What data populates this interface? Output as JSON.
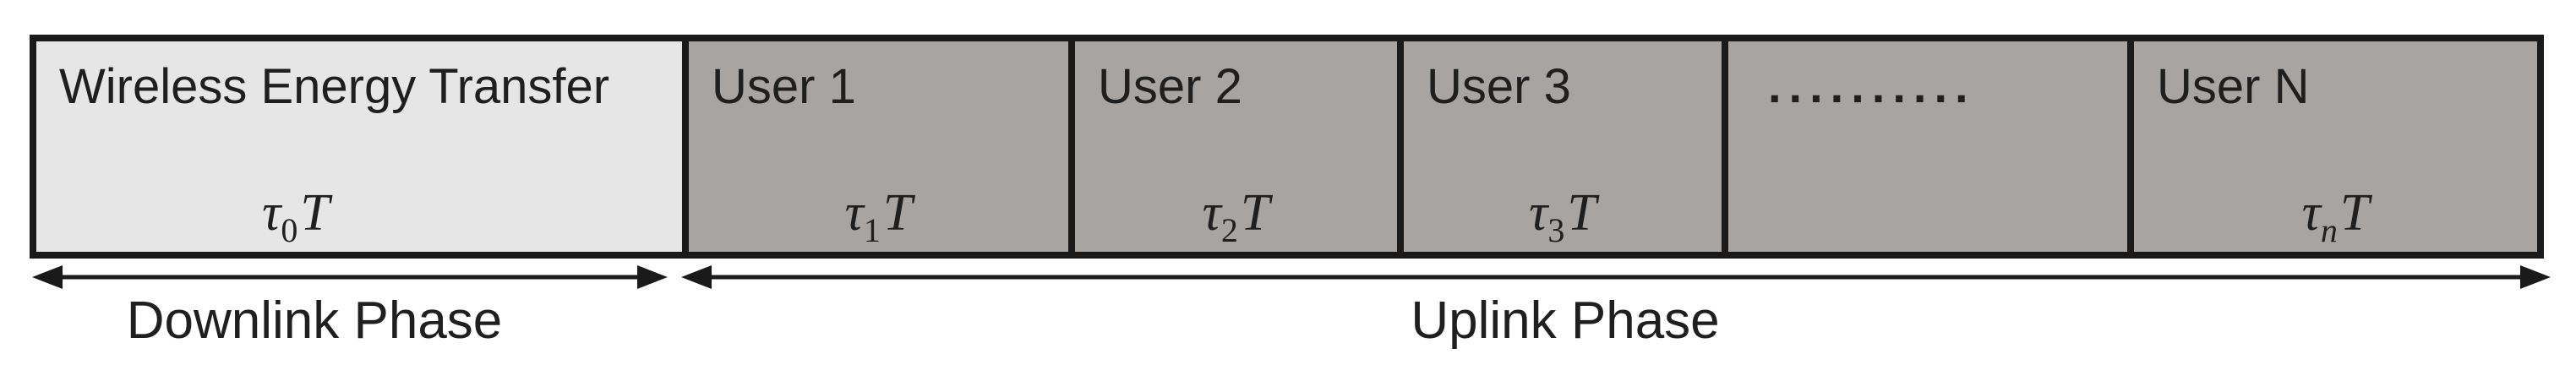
{
  "diagram": {
    "description": "Time frame structure with wireless energy transfer downlink slot followed by user uplink slots",
    "segments": [
      {
        "label": "Wireless Energy Transfer",
        "formula": {
          "symbol": "τ",
          "subscript": "0",
          "multiplier": "T"
        }
      },
      {
        "label": "User 1",
        "formula": {
          "symbol": "τ",
          "subscript": "1",
          "multiplier": "T"
        }
      },
      {
        "label": "User 2",
        "formula": {
          "symbol": "τ",
          "subscript": "2",
          "multiplier": "T"
        }
      },
      {
        "label": "User 3",
        "formula": {
          "symbol": "τ",
          "subscript": "3",
          "multiplier": "T"
        }
      },
      {
        "label": ".........."
      },
      {
        "label": "User N",
        "formula": {
          "symbol": "τ",
          "subscript": "n",
          "multiplier": "T"
        }
      }
    ],
    "phases": [
      {
        "label": "Downlink Phase"
      },
      {
        "label": "Uplink Phase"
      }
    ],
    "colors": {
      "energy_slot_fill": "#e7e6e6",
      "user_slot_fill": "#a8a4a1",
      "border": "#1a1a1a",
      "text": "#1f1f1f",
      "arrow": "#1a1a1a"
    }
  }
}
